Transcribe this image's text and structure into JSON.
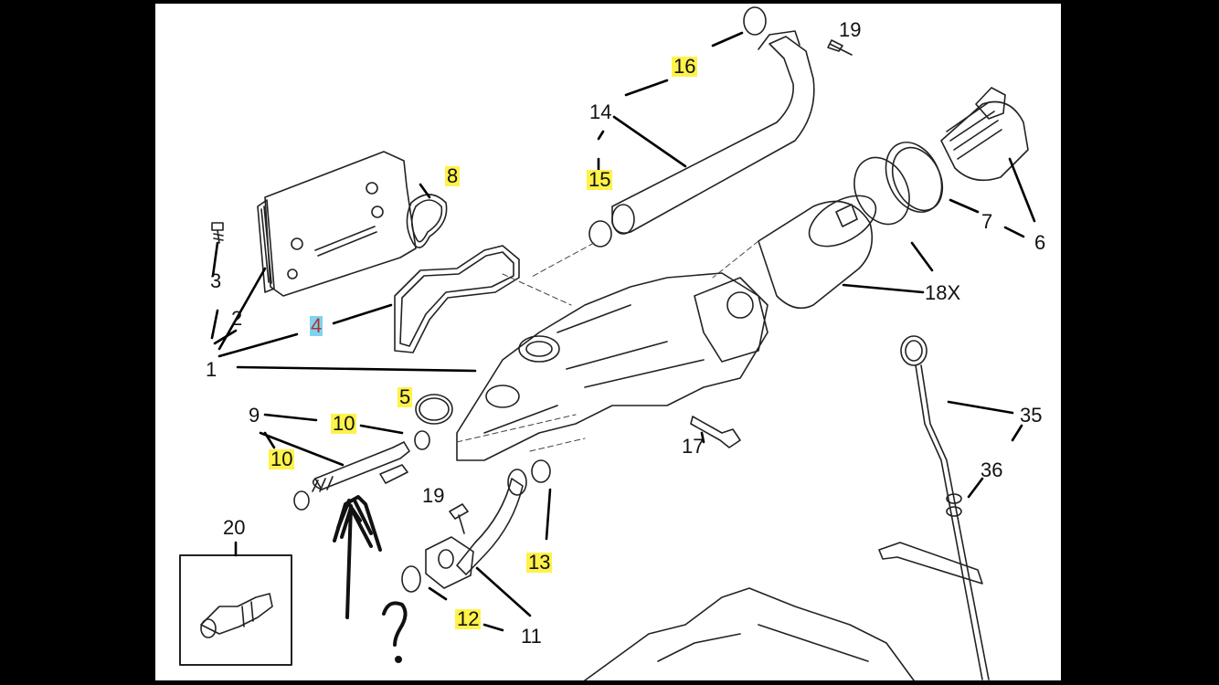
{
  "colors": {
    "highlight": "#fff24a",
    "highlight_alt": "#7fd3f0",
    "ink": "#111111",
    "line_art": "#222222",
    "frame": "#000000"
  },
  "callouts": {
    "c1": "1",
    "c2": "2",
    "c3": "3",
    "c4": "4",
    "c5": "5",
    "c6": "6",
    "c7": "7",
    "c8": "8",
    "c9": "9",
    "c10a": "10",
    "c10b": "10",
    "c11": "11",
    "c12": "12",
    "c13": "13",
    "c14": "14",
    "c15": "15",
    "c16": "16",
    "c17": "17",
    "c18x": "18X",
    "c19a": "19",
    "c19b": "19",
    "c20": "20",
    "c35": "35",
    "c36": "36"
  },
  "highlighted": [
    "4",
    "5",
    "8",
    "10",
    "12",
    "13",
    "15",
    "16"
  ],
  "handwritten_mark": "?"
}
